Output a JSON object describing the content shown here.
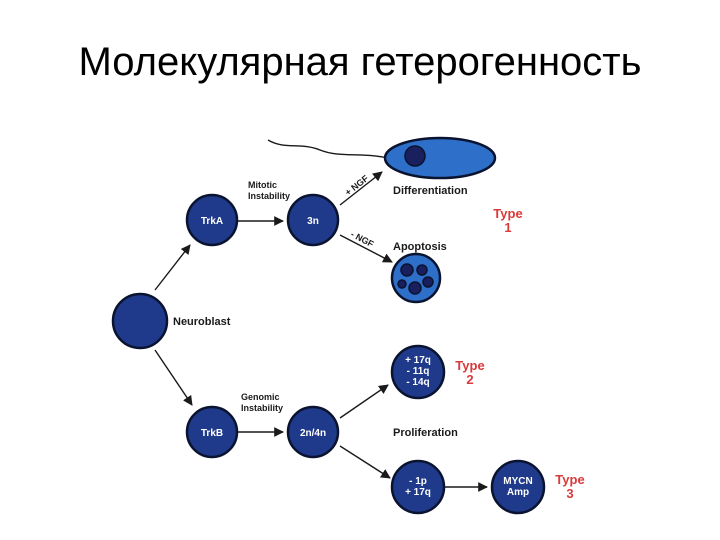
{
  "slide": {
    "title": "Молекулярная гетерогенность"
  },
  "colors": {
    "cell_fill": "#1f3a8a",
    "cell_light_fill": "#2e6fc9",
    "nucleus": "#1a1f5e",
    "type_label": "#d93a3a"
  },
  "nodes": {
    "neuroblast": {
      "label": "Neuroblast"
    },
    "trka": {
      "label": "TrkA"
    },
    "trkb": {
      "label": "TrkB"
    },
    "three_n": {
      "label": "3n"
    },
    "two_four_n": {
      "label": "2n/4n"
    },
    "type2_cell": {
      "line1": "+ 17q",
      "line2": "- 11q",
      "line3": "- 14q"
    },
    "type3_cell": {
      "line1": "- 1p",
      "line2": "+ 17q"
    },
    "mycn_cell": {
      "line1": "MYCN",
      "line2": "Amp"
    }
  },
  "edges": {
    "mitotic": {
      "line1": "Mitotic",
      "line2": "Instability"
    },
    "genomic": {
      "line1": "Genomic",
      "line2": "Instability"
    },
    "plus_ngf": "+ NGF",
    "minus_ngf": "- NGF"
  },
  "outcomes": {
    "differentiation": "Differentiation",
    "apoptosis": "Apoptosis",
    "proliferation": "Proliferation"
  },
  "types": {
    "type1": {
      "word": "Type",
      "num": "1"
    },
    "type2": {
      "word": "Type",
      "num": "2"
    },
    "type3": {
      "word": "Type",
      "num": "3"
    }
  }
}
